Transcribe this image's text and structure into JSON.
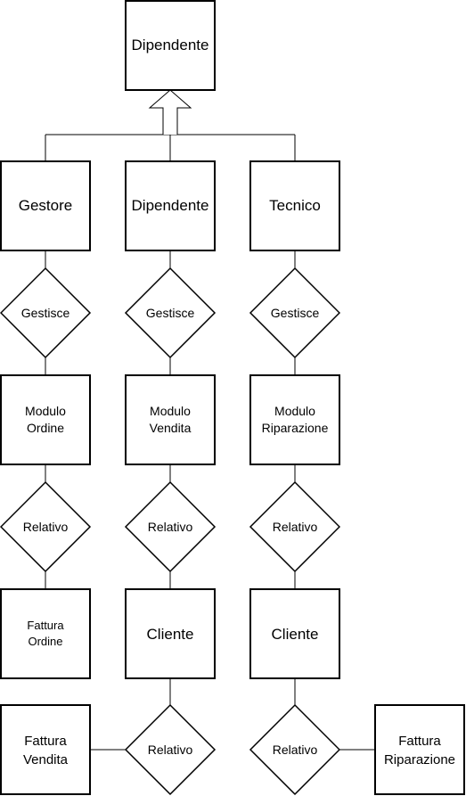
{
  "entities": {
    "top": "Dipendente",
    "gestore": "Gestore",
    "dipendente": "Dipendente",
    "tecnico": "Tecnico",
    "modulo_ordine": [
      "Modulo",
      "Ordine"
    ],
    "modulo_vendita": [
      "Modulo",
      "Vendita"
    ],
    "modulo_riparazione": [
      "Modulo",
      "Riparazione"
    ],
    "fattura_ordine": [
      "Fattura",
      "Ordine"
    ],
    "cliente_vendita": "Cliente",
    "cliente_riparazione": "Cliente",
    "fattura_vendita": [
      "Fattura",
      "Vendita"
    ],
    "fattura_riparazione": [
      "Fattura",
      "Riparazione"
    ]
  },
  "relations": {
    "gestisce_1": "Gestisce",
    "gestisce_2": "Gestisce",
    "gestisce_3": "Gestisce",
    "relativo_1": "Relativo",
    "relativo_2": "Relativo",
    "relativo_3": "Relativo",
    "relativo_4": "Relativo",
    "relativo_5": "Relativo"
  }
}
